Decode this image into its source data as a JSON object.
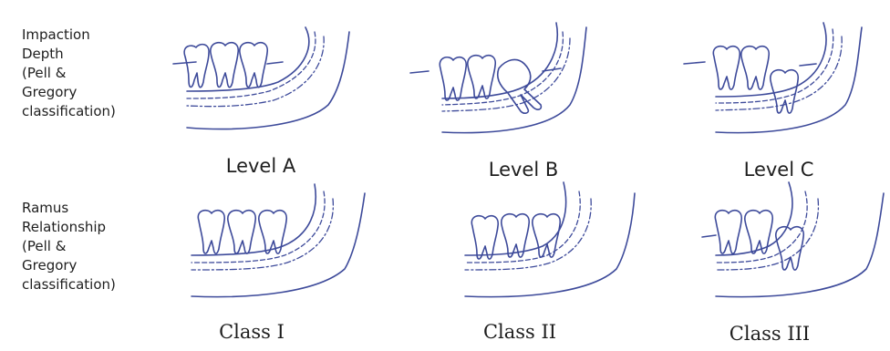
{
  "row_labels": [
    "Impaction\nDepth\n(Pell &\n Gregory\nclassification)",
    "Ramus\nRelationship\n(Pell &\n Gregory\nclassification)"
  ],
  "panels": [
    {
      "caption": "Level A"
    },
    {
      "caption": "Level B"
    },
    {
      "caption": "Level C"
    },
    {
      "caption": "Class I"
    },
    {
      "caption": "Class II"
    },
    {
      "caption": "Class III"
    }
  ],
  "colors": {
    "ink": "#3d4a9a",
    "text": "#1e1e1e"
  }
}
